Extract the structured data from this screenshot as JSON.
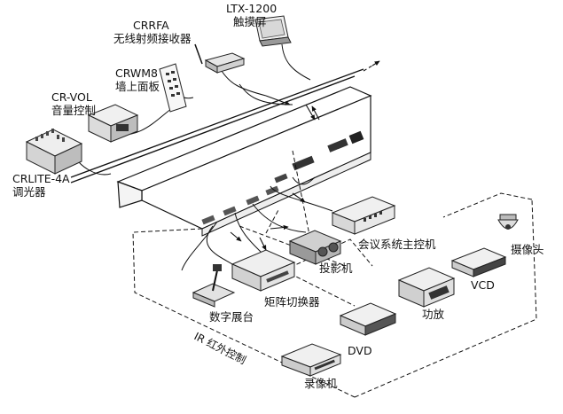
{
  "labels": {
    "ltx": "LTX-1200",
    "touch": "触摸屏",
    "crrfa": "CRRFA",
    "rf": "无线射频接收器",
    "crwm8": "CRWM8",
    "wall": "墙上面板",
    "crvol": "CR-VOL",
    "vol": "音量控制",
    "crlite": "CRLITE-4A",
    "dim": "调光器",
    "conf": "会议系统主控机",
    "proj": "投影机",
    "matrix": "矩阵切换器",
    "doc": "数字展台",
    "cam": "摄像头",
    "vcd": "VCD",
    "amp": "功放",
    "dvd": "DVD",
    "ir": "IR 红外控制",
    "vcr": "录像机"
  }
}
